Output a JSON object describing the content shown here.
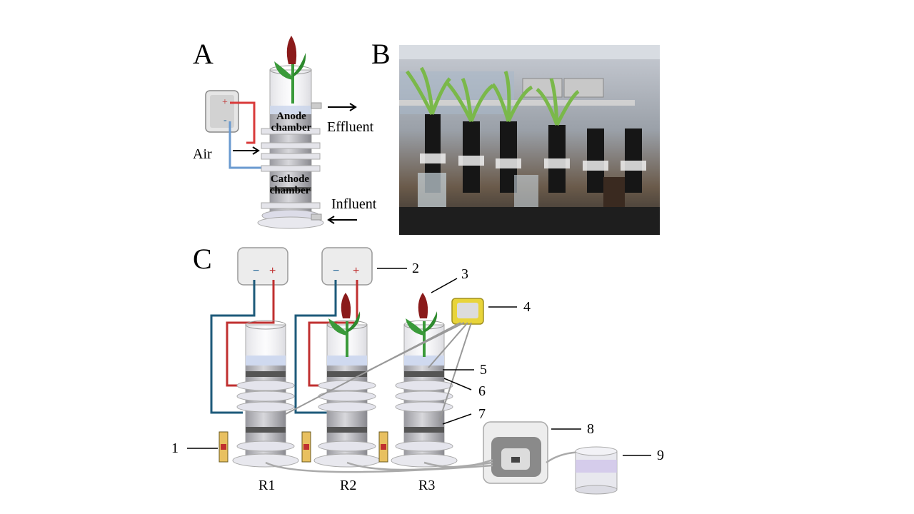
{
  "panels": {
    "a": "A",
    "b": "B",
    "c": "C"
  },
  "panel_a": {
    "anode_line1": "Anode",
    "anode_line2": "chamber",
    "cathode_line1": "Cathode",
    "cathode_line2": "chamber",
    "effluent": "Effluent",
    "influent": "Influent",
    "air": "Air",
    "plus": "+",
    "minus": "-"
  },
  "panel_c": {
    "callouts": [
      "1",
      "2",
      "3",
      "4",
      "5",
      "6",
      "7",
      "8",
      "9"
    ],
    "reactors": [
      "R1",
      "R2",
      "R3"
    ]
  },
  "colors": {
    "red_wire": "#d93a3a",
    "blue_wire": "#1d5a7a",
    "plant_green": "#3a9a3a",
    "flower_red": "#8a1a1a",
    "liquid": "#cfd9ef",
    "electrode": "#555555"
  }
}
